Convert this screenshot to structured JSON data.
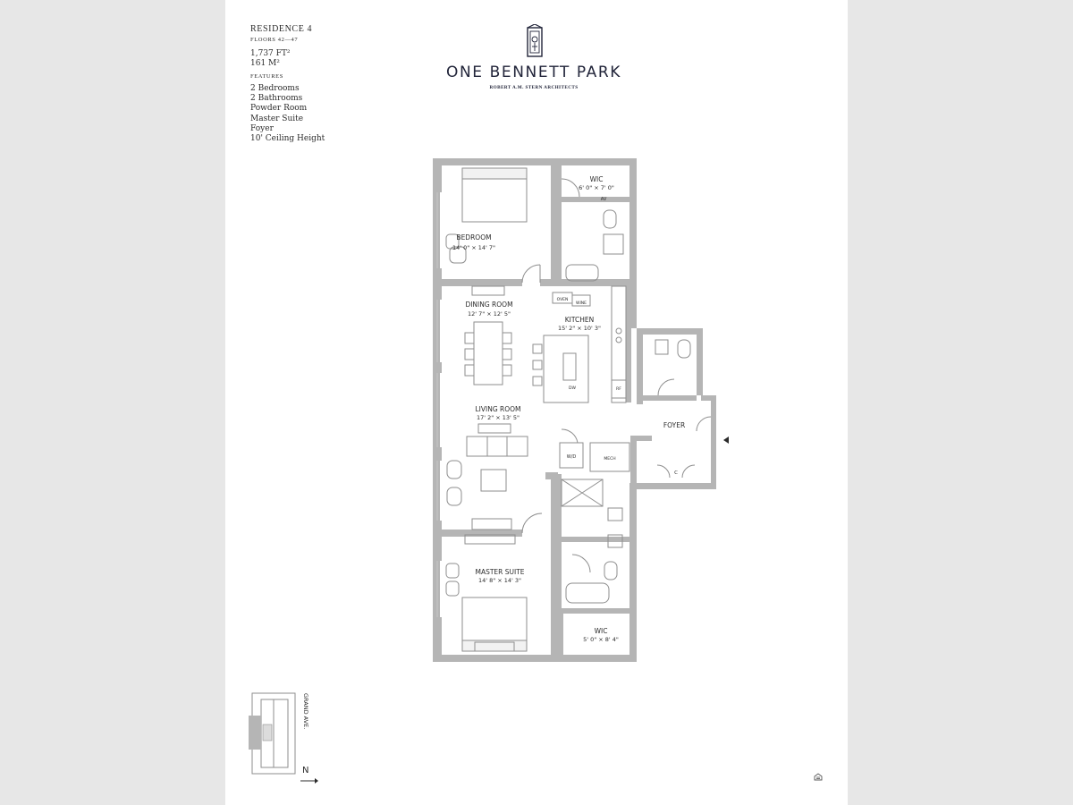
{
  "residence": {
    "title": "RESIDENCE 4",
    "floors": "FLOORS 42—47",
    "area_ft": "1,737 FT²",
    "area_m": "161 M²",
    "features_heading": "FEATURES",
    "features": [
      "2 Bedrooms",
      "2 Bathrooms",
      "Powder Room",
      "Master Suite",
      "Foyer",
      "10' Ceiling Height"
    ]
  },
  "brand": {
    "name": "ONE BENNETT PARK",
    "architect": "ROBERT A.M. STERN ARCHITECTS",
    "logo_icon": "building-crest-icon"
  },
  "rooms": {
    "bedroom": {
      "name": "BEDROOM",
      "dims": "14' 0\" × 14' 7\""
    },
    "wic_top": {
      "name": "WIC",
      "dims": "6' 0\" × 7' 0\""
    },
    "dining": {
      "name": "DINING ROOM",
      "dims": "12' 7\" × 12' 5\""
    },
    "kitchen": {
      "name": "KITCHEN",
      "dims": "15' 2\" × 10' 3\""
    },
    "living": {
      "name": "LIVING ROOM",
      "dims": "17' 2\" × 13' 5\""
    },
    "foyer": {
      "name": "FOYER"
    },
    "master": {
      "name": "MASTER SUITE",
      "dims": "14' 8\" × 14' 3\""
    },
    "wic_bottom": {
      "name": "WIC",
      "dims": "5' 0\" × 8' 4\""
    }
  },
  "labels": {
    "av": "AV",
    "oven": "OVEN",
    "wine": "WINE",
    "dw": "DW",
    "rf": "RF",
    "wd": "W/D",
    "mech": "MECH",
    "closet": "C"
  },
  "keyplan": {
    "street": "GRAND AVE.",
    "north": "N",
    "north_icon": "north-arrow-icon"
  },
  "footer": {
    "icon": "equal-housing-icon"
  },
  "colors": {
    "wall": "#b5b5b5",
    "line": "#8e8e8e",
    "ink": "#2b2b2b",
    "brand": "#22253a"
  }
}
